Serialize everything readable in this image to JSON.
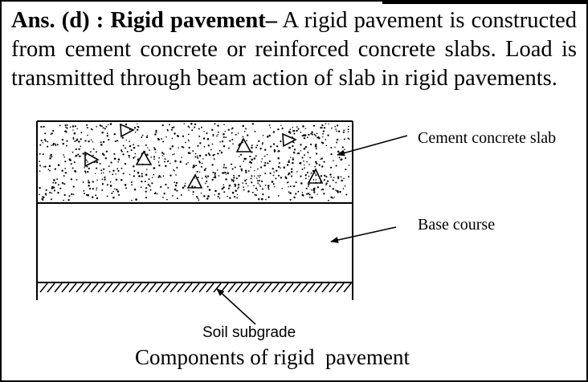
{
  "answer": {
    "option": "Ans. (d) :",
    "term": "Rigid pavement–",
    "text": "A rigid pavement is constructed from cement concrete or reinforced concrete slabs. Load is transmitted through beam action of slab in rigid pavements."
  },
  "diagram": {
    "labels": {
      "slab": "Cement concrete slab",
      "base": "Base course",
      "soil": "Soil subgrade"
    },
    "caption": "Components of rigid  pavement"
  }
}
